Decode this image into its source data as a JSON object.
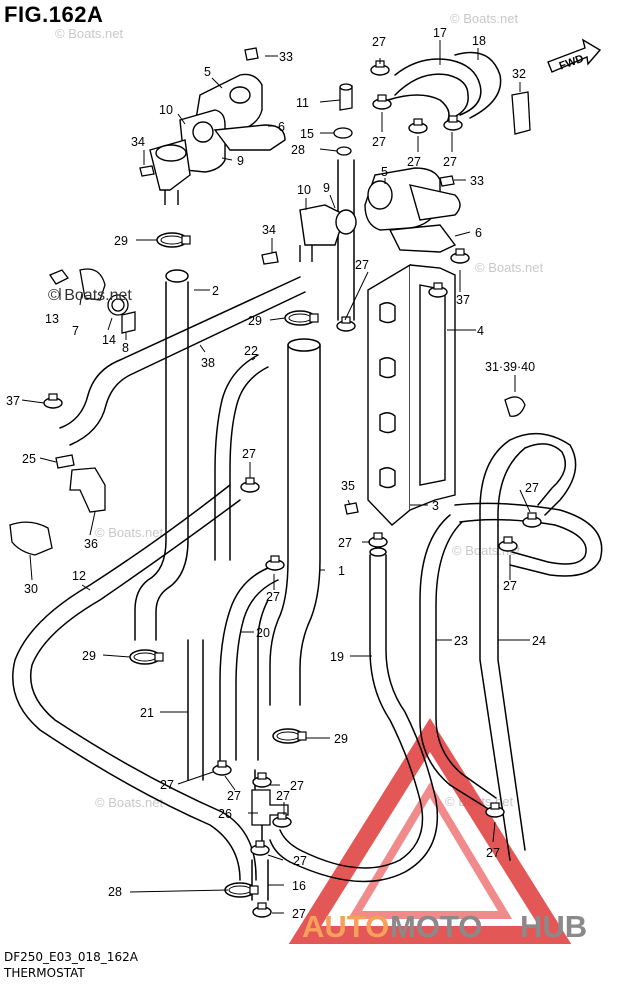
{
  "figure": {
    "title": "FIG.162A",
    "code": "DF250_E03_018_162A",
    "caption": "THERMOSTAT"
  },
  "fwd_label": "FWD",
  "watermarks": {
    "main": "© Boats.net",
    "faint": "© Boats.net"
  },
  "logo": {
    "part1": "AUTO",
    "part2": "MOTO",
    "part3": "HUB",
    "color_orange": "#f5a15a",
    "color_gray": "#8a8a8a",
    "color_red": "#e03a3a"
  },
  "part_labels": [
    {
      "id": "33a",
      "text": "33"
    },
    {
      "id": "5a",
      "text": "5"
    },
    {
      "id": "6a",
      "text": "6"
    },
    {
      "id": "10a",
      "text": "10"
    },
    {
      "id": "34a",
      "text": "34"
    },
    {
      "id": "9a",
      "text": "9"
    },
    {
      "id": "29a",
      "text": "29"
    },
    {
      "id": "2",
      "text": "2"
    },
    {
      "id": "13",
      "text": "13"
    },
    {
      "id": "7",
      "text": "7"
    },
    {
      "id": "14",
      "text": "14"
    },
    {
      "id": "8",
      "text": "8"
    },
    {
      "id": "38",
      "text": "38"
    },
    {
      "id": "37a",
      "text": "37"
    },
    {
      "id": "25",
      "text": "25"
    },
    {
      "id": "36",
      "text": "36"
    },
    {
      "id": "30",
      "text": "30"
    },
    {
      "id": "12",
      "text": "12"
    },
    {
      "id": "29b",
      "text": "29"
    },
    {
      "id": "21",
      "text": "21"
    },
    {
      "id": "28b",
      "text": "28"
    },
    {
      "id": "27a",
      "text": "27"
    },
    {
      "id": "17",
      "text": "17"
    },
    {
      "id": "18",
      "text": "18"
    },
    {
      "id": "32",
      "text": "32"
    },
    {
      "id": "11",
      "text": "11"
    },
    {
      "id": "15",
      "text": "15"
    },
    {
      "id": "28a",
      "text": "28"
    },
    {
      "id": "27b",
      "text": "27"
    },
    {
      "id": "27c",
      "text": "27"
    },
    {
      "id": "27d",
      "text": "27"
    },
    {
      "id": "33b",
      "text": "33"
    },
    {
      "id": "10b",
      "text": "10"
    },
    {
      "id": "9b",
      "text": "9"
    },
    {
      "id": "5b",
      "text": "5"
    },
    {
      "id": "6b",
      "text": "6"
    },
    {
      "id": "34b",
      "text": "34"
    },
    {
      "id": "27e",
      "text": "27"
    },
    {
      "id": "37b",
      "text": "37"
    },
    {
      "id": "29c",
      "text": "29"
    },
    {
      "id": "4",
      "text": "4"
    },
    {
      "id": "22",
      "text": "22"
    },
    {
      "id": "31",
      "text": "31·39·40"
    },
    {
      "id": "27f",
      "text": "27"
    },
    {
      "id": "35",
      "text": "35"
    },
    {
      "id": "3",
      "text": "3"
    },
    {
      "id": "27g",
      "text": "27"
    },
    {
      "id": "27h",
      "text": "27"
    },
    {
      "id": "27i",
      "text": "27"
    },
    {
      "id": "27j",
      "text": "27"
    },
    {
      "id": "1",
      "text": "1"
    },
    {
      "id": "20",
      "text": "20"
    },
    {
      "id": "19",
      "text": "19"
    },
    {
      "id": "23",
      "text": "23"
    },
    {
      "id": "24",
      "text": "24"
    },
    {
      "id": "29d",
      "text": "29"
    },
    {
      "id": "27k",
      "text": "27"
    },
    {
      "id": "27l",
      "text": "27"
    },
    {
      "id": "27m",
      "text": "27"
    },
    {
      "id": "27n",
      "text": "27"
    },
    {
      "id": "26",
      "text": "26"
    },
    {
      "id": "27o",
      "text": "27"
    },
    {
      "id": "27p",
      "text": "27"
    },
    {
      "id": "16",
      "text": "16"
    },
    {
      "id": "27q",
      "text": "27"
    }
  ]
}
